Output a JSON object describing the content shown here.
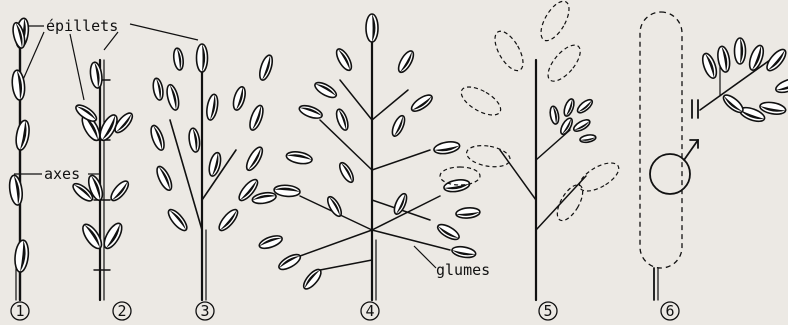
{
  "labels": {
    "spikelets": "épillets",
    "axes": "axes",
    "glumes": "glumes"
  },
  "figures": [
    "1",
    "2",
    "3",
    "4",
    "5",
    "6"
  ],
  "colors": {
    "background": "#ece9e4",
    "ink": "#111111"
  },
  "icons": {
    "male_symbol": "mars-symbol",
    "female_symbol": "bar-symbol"
  }
}
